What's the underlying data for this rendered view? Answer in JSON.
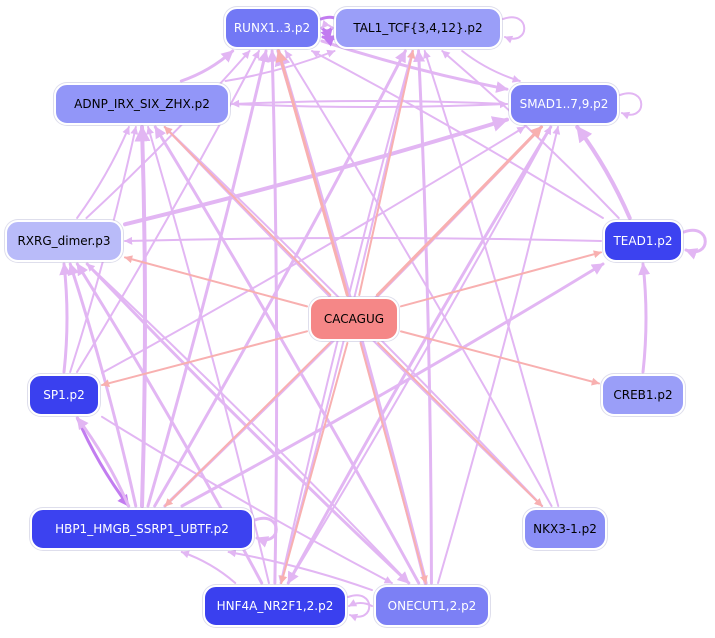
{
  "palette": {
    "edge_tf": "#e2b6f3",
    "edge_tf_strong": "#c27cf0",
    "edge_motif": "#f8b0b0",
    "edge_motif_strong": "#f29494"
  },
  "nodes": [
    {
      "id": "runx",
      "label": "RUNX1..3.p2",
      "fill": "#7278f5",
      "text": "#ffffff"
    },
    {
      "id": "tal",
      "label": "TAL1_TCF{3,4,12}.p2",
      "fill": "#9a9ef8",
      "text": "#000000"
    },
    {
      "id": "adnp",
      "label": "ADNP_IRX_SIX_ZHX.p2",
      "fill": "#9296f8",
      "text": "#000000"
    },
    {
      "id": "smad",
      "label": "SMAD1..7,9.p2",
      "fill": "#7c80f5",
      "text": "#ffffff"
    },
    {
      "id": "rxrg",
      "label": "RXRG_dimer.p3",
      "fill": "#b9bbf9",
      "text": "#000000"
    },
    {
      "id": "tead",
      "label": "TEAD1.p2",
      "fill": "#3c42f0",
      "text": "#ffffff"
    },
    {
      "id": "cacagug",
      "label": "CACAGUG",
      "fill": "#f58787",
      "text": "#000000"
    },
    {
      "id": "sp1",
      "label": "SP1.p2",
      "fill": "#3a40ef",
      "text": "#ffffff"
    },
    {
      "id": "creb",
      "label": "CREB1.p2",
      "fill": "#9a9ef8",
      "text": "#000000"
    },
    {
      "id": "hbp1",
      "label": "HBP1_HMGB_SSRP1_UBTF.p2",
      "fill": "#3c42f0",
      "text": "#ffffff"
    },
    {
      "id": "nkx",
      "label": "NKX3-1.p2",
      "fill": "#8a8ef6",
      "text": "#000000"
    },
    {
      "id": "hnf4a",
      "label": "HNF4A_NR2F1,2.p2",
      "fill": "#3a40ef",
      "text": "#ffffff"
    },
    {
      "id": "onecut",
      "label": "ONECUT1,2.p2",
      "fill": "#7c80f5",
      "text": "#ffffff"
    }
  ],
  "edges": [
    {
      "from": "cacagug",
      "to": "runx",
      "kind": "motif",
      "weight": 3
    },
    {
      "from": "cacagug",
      "to": "tal",
      "kind": "motif",
      "weight": 2
    },
    {
      "from": "cacagug",
      "to": "adnp",
      "kind": "motif",
      "weight": 2
    },
    {
      "from": "cacagug",
      "to": "smad",
      "kind": "motif",
      "weight": 3
    },
    {
      "from": "cacagug",
      "to": "rxrg",
      "kind": "motif",
      "weight": 2
    },
    {
      "from": "cacagug",
      "to": "tead",
      "kind": "motif",
      "weight": 2
    },
    {
      "from": "cacagug",
      "to": "sp1",
      "kind": "motif",
      "weight": 2
    },
    {
      "from": "cacagug",
      "to": "creb",
      "kind": "motif",
      "weight": 2
    },
    {
      "from": "cacagug",
      "to": "hbp1",
      "kind": "motif",
      "weight": 2
    },
    {
      "from": "cacagug",
      "to": "nkx",
      "kind": "motif",
      "weight": 2
    },
    {
      "from": "cacagug",
      "to": "hnf4a",
      "kind": "motif",
      "weight": 2
    },
    {
      "from": "cacagug",
      "to": "onecut",
      "kind": "motif",
      "weight": 2
    },
    {
      "from": "runx",
      "to": "tal",
      "kind": "tf_strong",
      "weight": 3
    },
    {
      "from": "tal",
      "to": "runx",
      "kind": "tf",
      "weight": 2
    },
    {
      "from": "adnp",
      "to": "runx",
      "kind": "tf",
      "weight": 3
    },
    {
      "from": "adnp",
      "to": "tal",
      "kind": "tf",
      "weight": 2
    },
    {
      "from": "adnp",
      "to": "smad",
      "kind": "tf",
      "weight": 2
    },
    {
      "from": "smad",
      "to": "adnp",
      "kind": "tf",
      "weight": 2
    },
    {
      "from": "runx",
      "to": "smad",
      "kind": "tf",
      "weight": 3
    },
    {
      "from": "tal",
      "to": "smad",
      "kind": "tf",
      "weight": 2
    },
    {
      "from": "rxrg",
      "to": "smad",
      "kind": "tf",
      "weight": 4
    },
    {
      "from": "rxrg",
      "to": "runx",
      "kind": "tf",
      "weight": 2
    },
    {
      "from": "rxrg",
      "to": "adnp",
      "kind": "tf",
      "weight": 2
    },
    {
      "from": "tead",
      "to": "smad",
      "kind": "tf",
      "weight": 4
    },
    {
      "from": "tead",
      "to": "runx",
      "kind": "tf",
      "weight": 2
    },
    {
      "from": "tead",
      "to": "tal",
      "kind": "tf",
      "weight": 2
    },
    {
      "from": "creb",
      "to": "tead",
      "kind": "tf",
      "weight": 3
    },
    {
      "from": "sp1",
      "to": "rxrg",
      "kind": "tf",
      "weight": 3
    },
    {
      "from": "sp1",
      "to": "adnp",
      "kind": "tf",
      "weight": 2
    },
    {
      "from": "sp1",
      "to": "hbp1",
      "kind": "tf_strong",
      "weight": 3
    },
    {
      "from": "sp1",
      "to": "smad",
      "kind": "tf",
      "weight": 2
    },
    {
      "from": "sp1",
      "to": "onecut",
      "kind": "tf",
      "weight": 2
    },
    {
      "from": "sp1",
      "to": "runx",
      "kind": "tf",
      "weight": 2
    },
    {
      "from": "hbp1",
      "to": "rxrg",
      "kind": "tf",
      "weight": 3
    },
    {
      "from": "hbp1",
      "to": "adnp",
      "kind": "tf",
      "weight": 4
    },
    {
      "from": "hbp1",
      "to": "runx",
      "kind": "tf",
      "weight": 3
    },
    {
      "from": "hbp1",
      "to": "tal",
      "kind": "tf",
      "weight": 3
    },
    {
      "from": "hbp1",
      "to": "smad",
      "kind": "tf",
      "weight": 3
    },
    {
      "from": "hbp1",
      "to": "tead",
      "kind": "tf",
      "weight": 3
    },
    {
      "from": "hbp1",
      "to": "sp1",
      "kind": "tf",
      "weight": 3
    },
    {
      "from": "hnf4a",
      "to": "runx",
      "kind": "tf",
      "weight": 3
    },
    {
      "from": "hnf4a",
      "to": "tal",
      "kind": "tf",
      "weight": 2
    },
    {
      "from": "hnf4a",
      "to": "rxrg",
      "kind": "tf",
      "weight": 3
    },
    {
      "from": "hnf4a",
      "to": "hbp1",
      "kind": "tf",
      "weight": 2
    },
    {
      "from": "hnf4a",
      "to": "smad",
      "kind": "tf",
      "weight": 2
    },
    {
      "from": "hnf4a",
      "to": "adnp",
      "kind": "tf",
      "weight": 2
    },
    {
      "from": "onecut",
      "to": "runx",
      "kind": "tf",
      "weight": 4
    },
    {
      "from": "onecut",
      "to": "tal",
      "kind": "tf",
      "weight": 3
    },
    {
      "from": "onecut",
      "to": "adnp",
      "kind": "tf",
      "weight": 3
    },
    {
      "from": "onecut",
      "to": "rxrg",
      "kind": "tf",
      "weight": 2
    },
    {
      "from": "onecut",
      "to": "hbp1",
      "kind": "tf",
      "weight": 2
    },
    {
      "from": "onecut",
      "to": "hnf4a",
      "kind": "tf",
      "weight": 2
    },
    {
      "from": "onecut",
      "to": "smad",
      "kind": "tf",
      "weight": 2
    },
    {
      "from": "nkx",
      "to": "runx",
      "kind": "tf",
      "weight": 2
    },
    {
      "from": "nkx",
      "to": "tal",
      "kind": "tf",
      "weight": 2
    },
    {
      "from": "nkx",
      "to": "adnp",
      "kind": "tf",
      "weight": 2
    },
    {
      "from": "smad",
      "to": "hnf4a",
      "kind": "tf",
      "weight": 3
    },
    {
      "from": "tal",
      "to": "hnf4a",
      "kind": "tf",
      "weight": 2
    },
    {
      "from": "adnp",
      "to": "nkx",
      "kind": "tf",
      "weight": 2
    },
    {
      "from": "rxrg",
      "to": "onecut",
      "kind": "tf",
      "weight": 3
    },
    {
      "from": "tead",
      "to": "rxrg",
      "kind": "tf",
      "weight": 2
    },
    {
      "from": "runx",
      "to": "runx",
      "kind": "tf_strong",
      "weight": 3,
      "self": true
    },
    {
      "from": "tal",
      "to": "tal",
      "kind": "tf",
      "weight": 2,
      "self": true
    },
    {
      "from": "smad",
      "to": "smad",
      "kind": "tf",
      "weight": 2,
      "self": true
    },
    {
      "from": "tead",
      "to": "tead",
      "kind": "tf",
      "weight": 3,
      "self": true
    },
    {
      "from": "hbp1",
      "to": "hbp1",
      "kind": "tf",
      "weight": 3,
      "self": true
    },
    {
      "from": "hnf4a",
      "to": "hnf4a",
      "kind": "tf",
      "weight": 2,
      "self": true
    }
  ]
}
